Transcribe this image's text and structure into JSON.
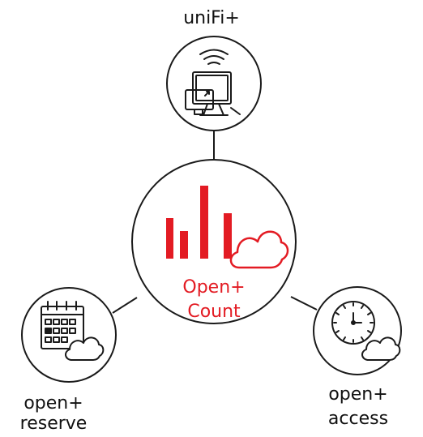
{
  "diagram": {
    "center": {
      "line1": "Open+",
      "line2": "Count"
    },
    "top": {
      "label": "uniFi+"
    },
    "left": {
      "line1": "open+",
      "line2": "reserve"
    },
    "right": {
      "line1": "open+",
      "line2": "access"
    }
  },
  "colors": {
    "accent": "#e31b23",
    "stroke": "#1a1a1a",
    "background": "#ffffff"
  },
  "icons": {
    "top": "tv-remote-wifi-icon",
    "center": "bar-chart-cloud-icon",
    "left": "calendar-cloud-icon",
    "right": "clock-cloud-icon"
  }
}
